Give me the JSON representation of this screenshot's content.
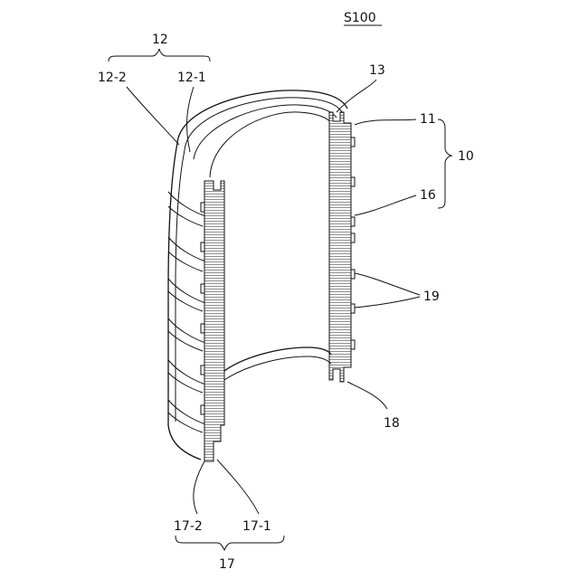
{
  "figure_title": "S100",
  "labels": {
    "part_12": "12",
    "part_12_2": "12-2",
    "part_12_1": "12-1",
    "part_13": "13",
    "part_11": "11",
    "part_10": "10",
    "part_16": "16",
    "part_19": "19",
    "part_18": "18",
    "part_17_2": "17-2",
    "part_17_1": "17-1",
    "part_17": "17"
  }
}
